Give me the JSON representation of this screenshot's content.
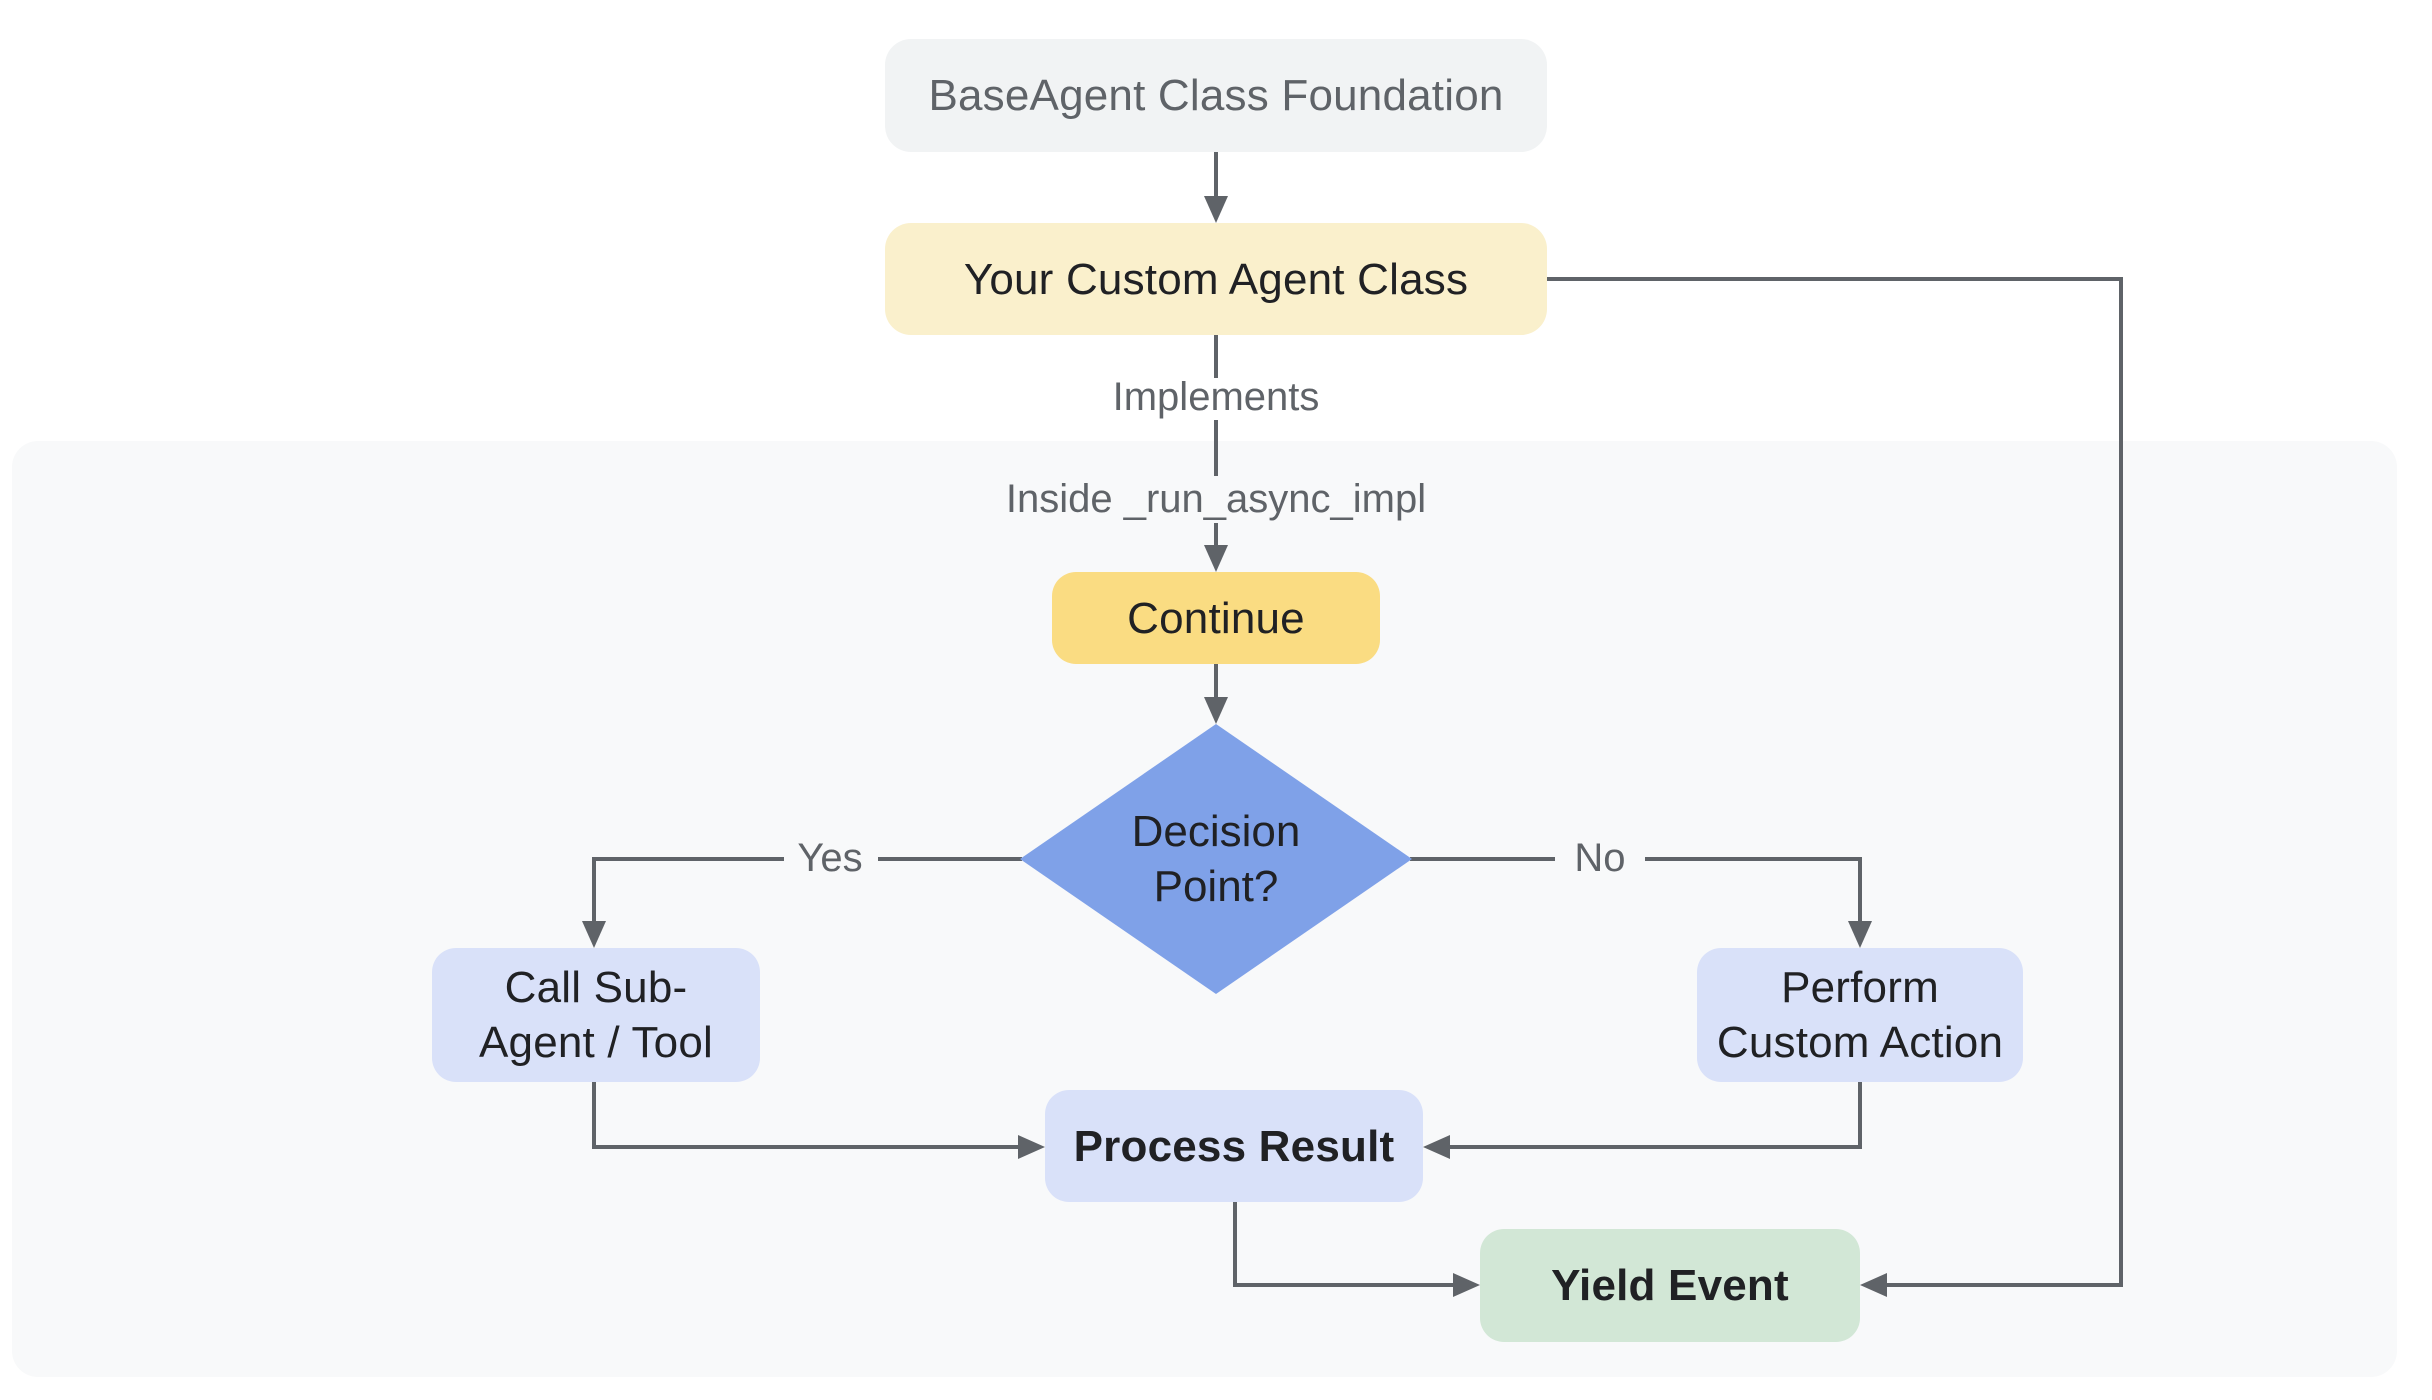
{
  "diagram": {
    "nodes": {
      "base_agent": {
        "label": "BaseAgent Class Foundation",
        "fill": "#F1F3F4",
        "text_color": "#5F6368",
        "shape": "rounded-rect"
      },
      "custom_agent": {
        "label": "Your Custom Agent Class",
        "fill": "#FAF0CC",
        "text_color": "#202124",
        "shape": "rounded-rect"
      },
      "continue_step": {
        "label": "Continue",
        "fill": "#FADC82",
        "text_color": "#202124",
        "shape": "rounded-rect"
      },
      "decision": {
        "label": "Decision\nPoint?",
        "fill": "#7FA1E8",
        "text_color": "#202124",
        "shape": "diamond"
      },
      "call_sub_agent": {
        "label": "Call Sub-\nAgent / Tool",
        "fill": "#D9E1F9",
        "text_color": "#202124",
        "shape": "rounded-rect"
      },
      "perform_custom_action": {
        "label": "Perform\nCustom Action",
        "fill": "#D9E1F9",
        "text_color": "#202124",
        "shape": "rounded-rect"
      },
      "process_result": {
        "label": "Process Result",
        "fill": "#D9E1F9",
        "text_color": "#202124",
        "shape": "rounded-rect"
      },
      "yield_event": {
        "label": "Yield Event",
        "fill": "#D2E7D6",
        "text_color": "#202124",
        "shape": "rounded-rect"
      }
    },
    "edge_labels": {
      "implements": "Implements",
      "inside_run_async_impl": "Inside _run_async_impl",
      "yes": "Yes",
      "no": "No"
    },
    "colors": {
      "background": "#FFFFFF",
      "panel": "#F8F9FA",
      "connector": "#5F6368",
      "edge_label_text": "#5F6368"
    }
  }
}
